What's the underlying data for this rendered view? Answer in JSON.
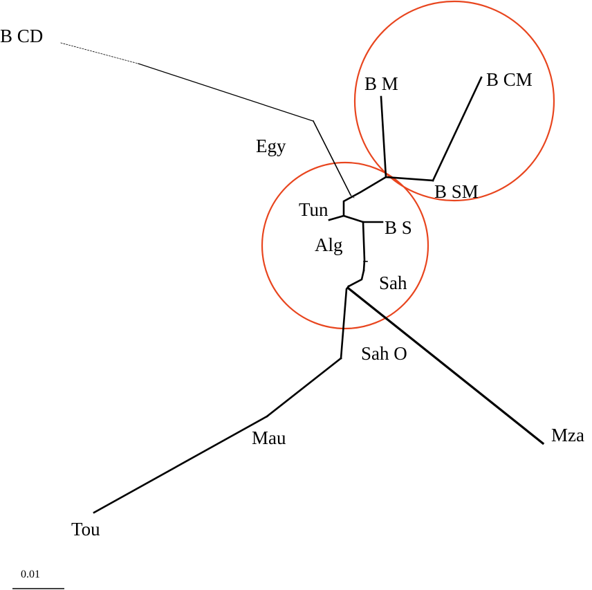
{
  "tree": {
    "labels": {
      "bcd": "B CD",
      "egy": "Egy",
      "bm": "B M",
      "bcm": "B CM",
      "bsm": "B SM",
      "tun": "Tun",
      "bs": "B S",
      "alg": "Alg",
      "sah": "Sah",
      "saho": "Sah O",
      "mau": "Mau",
      "mza": "Mza",
      "tou": "Tou"
    },
    "scale_bar": {
      "label": "0.01"
    },
    "colors": {
      "circle": "#e8451e",
      "branch": "#000000"
    }
  }
}
